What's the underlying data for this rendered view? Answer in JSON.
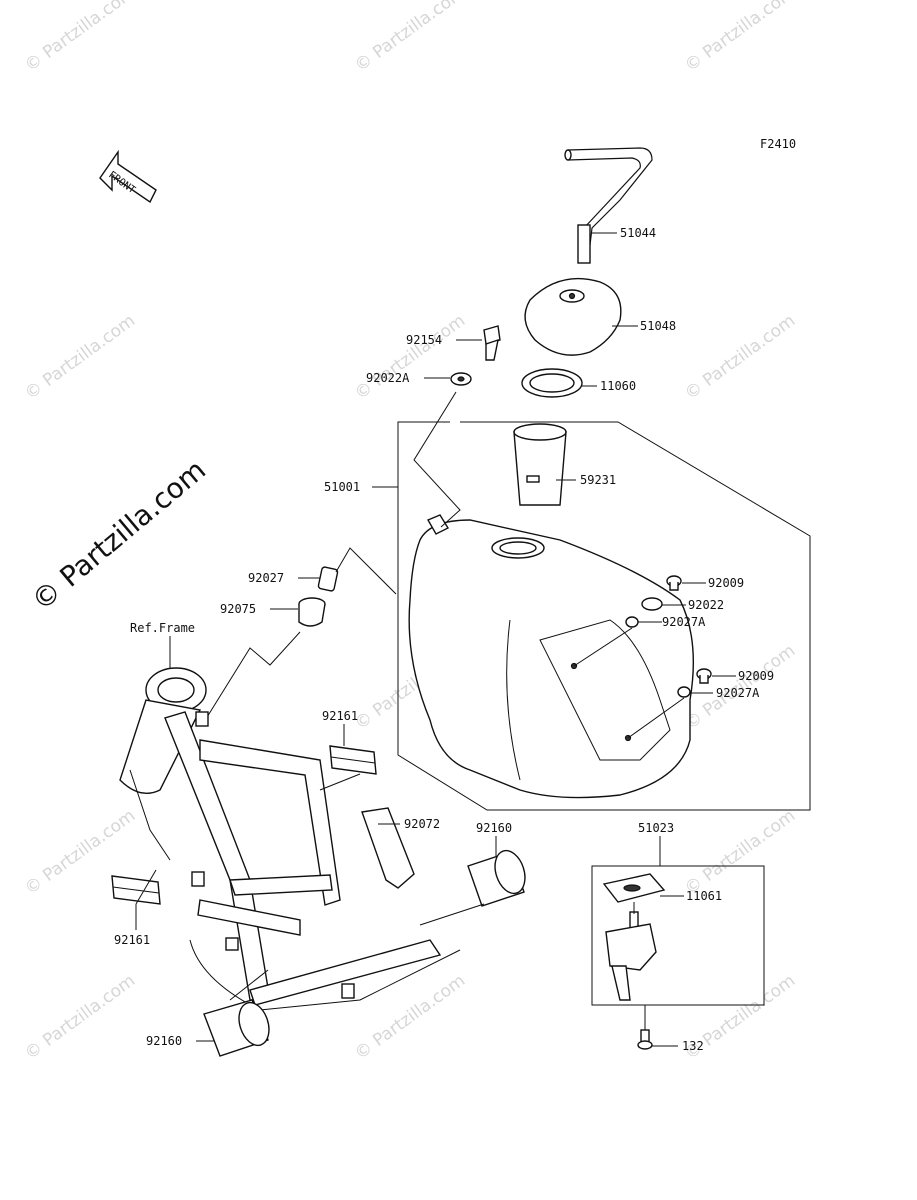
{
  "figure_code": "F2410",
  "front_arrow_text": "FRONT",
  "ref_frame_label": "Ref.Frame",
  "watermark": "© Partzilla.com",
  "parts": {
    "p51044": "51044",
    "p51048": "51048",
    "p92154": "92154",
    "p92022a": "92022A",
    "p11060": "11060",
    "p51001": "51001",
    "p59231": "59231",
    "p92027": "92027",
    "p92075": "92075",
    "p92009_a": "92009",
    "p92022": "92022",
    "p92027a_a": "92027A",
    "p92009_b": "92009",
    "p92027a_b": "92027A",
    "p92161_a": "92161",
    "p92072": "92072",
    "p92160_a": "92160",
    "p51023": "51023",
    "p11061": "11061",
    "p92161_b": "92161",
    "p92160_b": "92160",
    "p132": "132"
  }
}
